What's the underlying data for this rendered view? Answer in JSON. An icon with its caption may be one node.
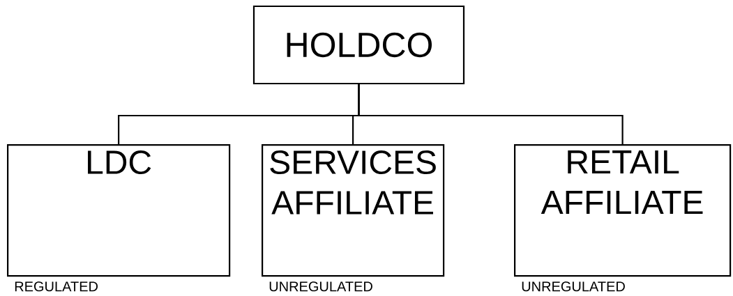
{
  "diagram": {
    "nodes": [
      {
        "text": [
          "HOLDCO"
        ]
      },
      {
        "text": [
          "LDC"
        ],
        "beside": [
          "REGULATED"
        ]
      },
      {
        "text": [
          "SERVICES AFFILIATE"
        ],
        "beside": [
          "UNREGULATED"
        ]
      },
      {
        "text": [
          "RETAIL AFFILIATE"
        ],
        "beside": [
          "UNREGULATED"
        ]
      }
    ],
    "edges": [
      {
        "from": 0,
        "to": 1,
        "arrow": "none"
      },
      {
        "from": 0,
        "to": 2,
        "arrow": "none"
      },
      {
        "from": 0,
        "to": 3,
        "arrow": "none"
      }
    ]
  }
}
